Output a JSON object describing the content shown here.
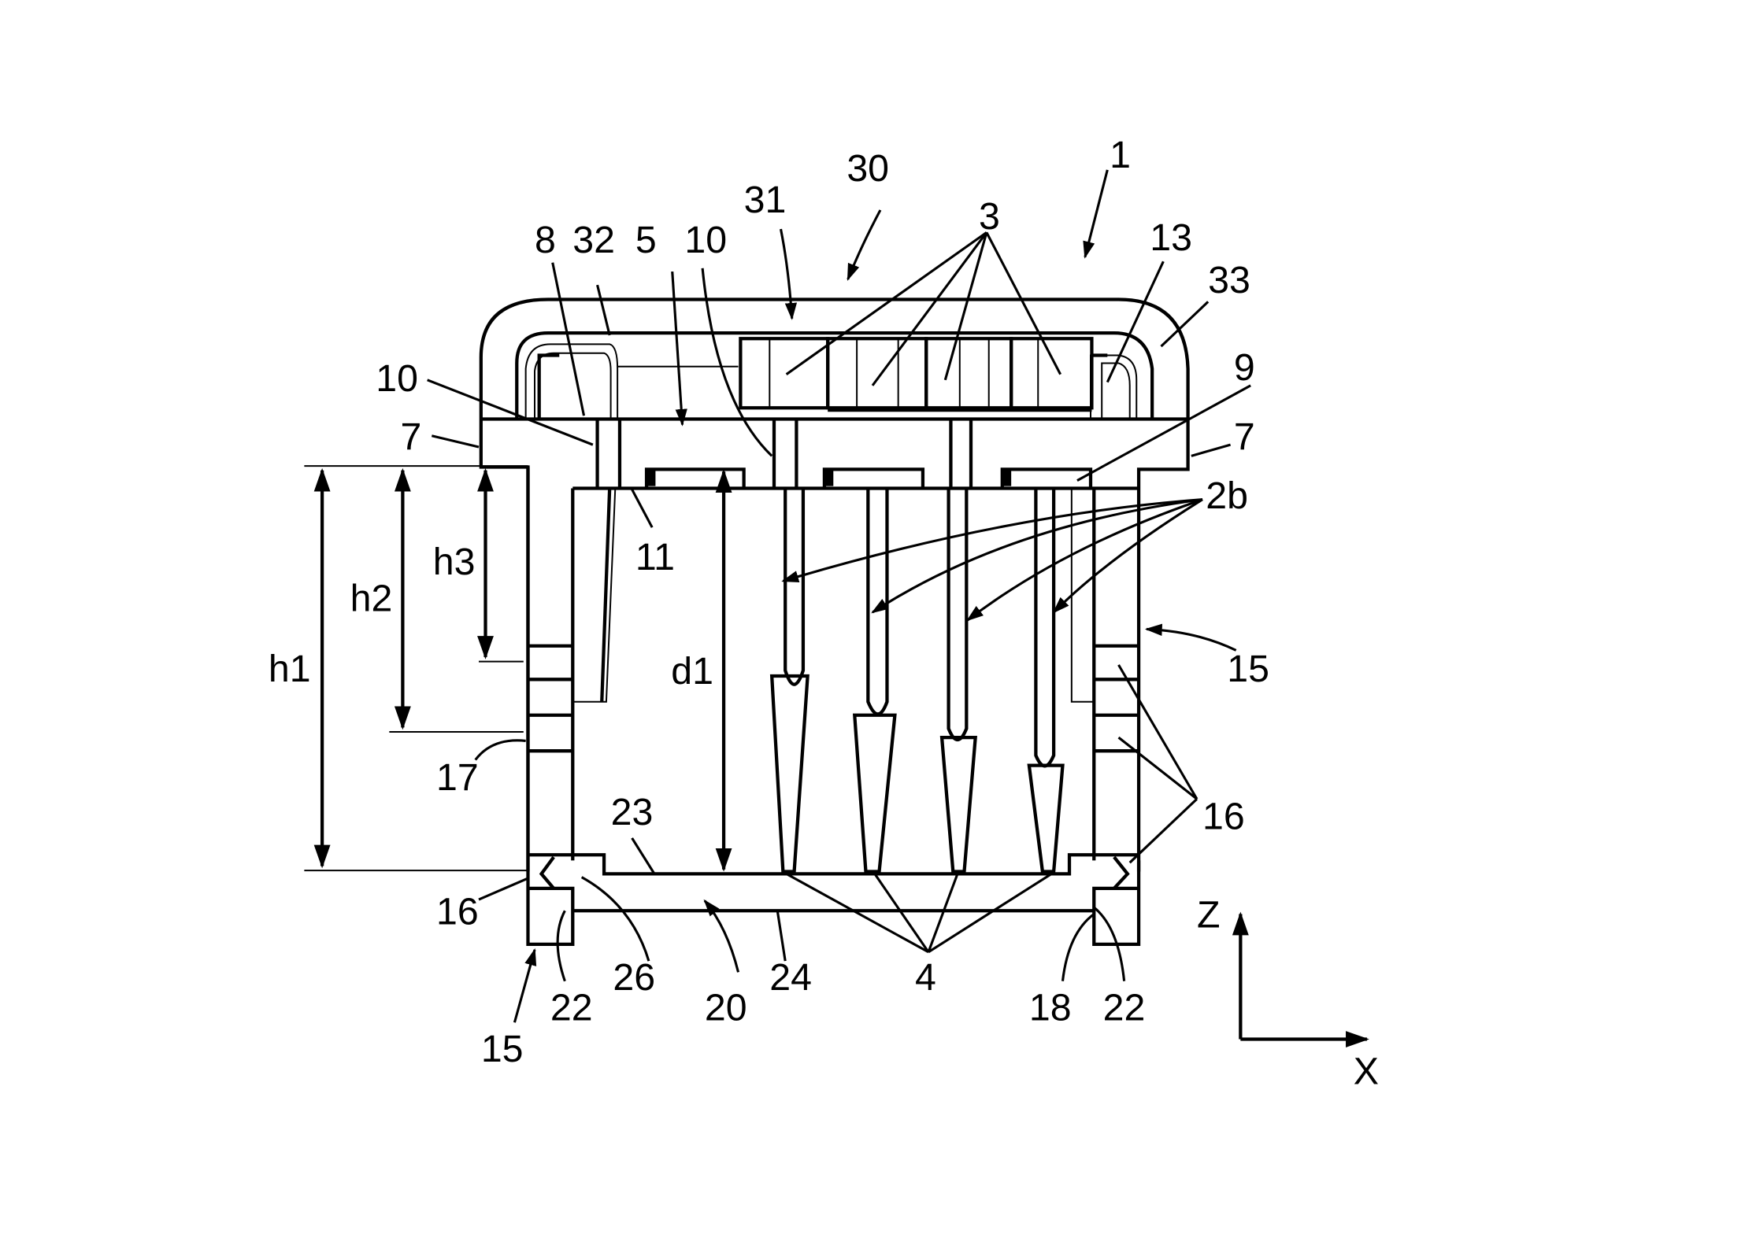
{
  "figure": {
    "type": "patent-cross-section",
    "line_color": "#000000",
    "background": "#ffffff"
  },
  "labels": {
    "l1": "1",
    "l30": "30",
    "l31": "31",
    "l3": "3",
    "l13": "13",
    "l33": "33",
    "l8": "8",
    "l32": "32",
    "l5": "5",
    "l10a": "10",
    "l10b": "10",
    "l9": "9",
    "l7a": "7",
    "l7b": "7",
    "l11": "11",
    "l2b": "2b",
    "l15a": "15",
    "l15b": "15",
    "l16a": "16",
    "l16b": "16",
    "l17": "17",
    "l23": "23",
    "l26": "26",
    "l20": "20",
    "l24": "24",
    "l4": "4",
    "l18": "18",
    "l22a": "22",
    "l22b": "22"
  },
  "dimensions": {
    "h1": "h1",
    "h2": "h2",
    "h3": "h3",
    "d1": "d1"
  },
  "axes": {
    "z": "Z",
    "x": "X"
  }
}
